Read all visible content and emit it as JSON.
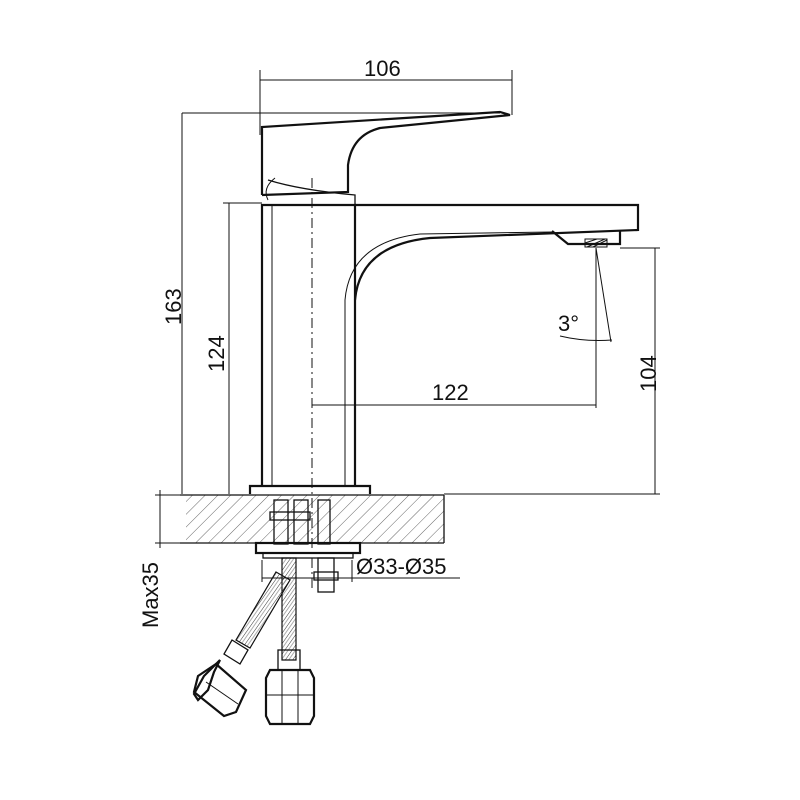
{
  "dimensions": {
    "handle_length": "106",
    "total_height": "163",
    "spout_height": "124",
    "spout_reach": "122",
    "outlet_clearance": "104",
    "tilt_angle": "3°",
    "hole_diameter": "Ø33-Ø35",
    "max_thickness": "Max35"
  }
}
